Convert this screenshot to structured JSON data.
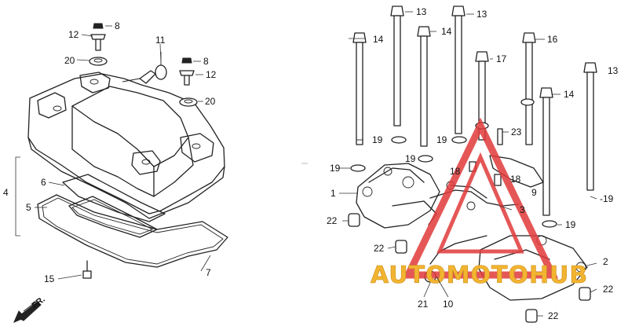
{
  "diagram": {
    "callouts": [
      {
        "id": "c8a",
        "text": "8"
      },
      {
        "id": "c12a",
        "text": "12"
      },
      {
        "id": "c20a",
        "text": "20"
      },
      {
        "id": "c11",
        "text": "11"
      },
      {
        "id": "c8b",
        "text": "8"
      },
      {
        "id": "c12b",
        "text": "12"
      },
      {
        "id": "c20b",
        "text": "20"
      },
      {
        "id": "c4",
        "text": "4"
      },
      {
        "id": "c6",
        "text": "6"
      },
      {
        "id": "c5",
        "text": "5"
      },
      {
        "id": "c15",
        "text": "15"
      },
      {
        "id": "c7",
        "text": "7"
      },
      {
        "id": "c13a",
        "text": "13"
      },
      {
        "id": "c13b",
        "text": "13"
      },
      {
        "id": "c13c",
        "text": "13"
      },
      {
        "id": "c14a",
        "text": "14"
      },
      {
        "id": "c14b",
        "text": "14"
      },
      {
        "id": "c14c",
        "text": "14"
      },
      {
        "id": "c16",
        "text": "16"
      },
      {
        "id": "c17",
        "text": "17"
      },
      {
        "id": "c23",
        "text": "23"
      },
      {
        "id": "c19a",
        "text": "19"
      },
      {
        "id": "c19b",
        "text": "19"
      },
      {
        "id": "c19c",
        "text": "19"
      },
      {
        "id": "c19d",
        "text": "19"
      },
      {
        "id": "c19e",
        "text": "19"
      },
      {
        "id": "c19f",
        "text": "-19"
      },
      {
        "id": "c18a",
        "text": "18"
      },
      {
        "id": "c18b",
        "text": "18"
      },
      {
        "id": "c9",
        "text": "9"
      },
      {
        "id": "c1",
        "text": "1"
      },
      {
        "id": "c3",
        "text": "3"
      },
      {
        "id": "c2",
        "text": "2"
      },
      {
        "id": "c22a",
        "text": "22"
      },
      {
        "id": "c22b",
        "text": "22"
      },
      {
        "id": "c22c",
        "text": "22"
      },
      {
        "id": "c22d",
        "text": "22"
      },
      {
        "id": "c21",
        "text": "21"
      },
      {
        "id": "c10",
        "text": "10"
      }
    ],
    "front_marker": "FR.",
    "watermark": {
      "text": "AUTOMOTOHUB",
      "color_outline": "#e03a3a",
      "color_text": "#f2b431"
    }
  }
}
